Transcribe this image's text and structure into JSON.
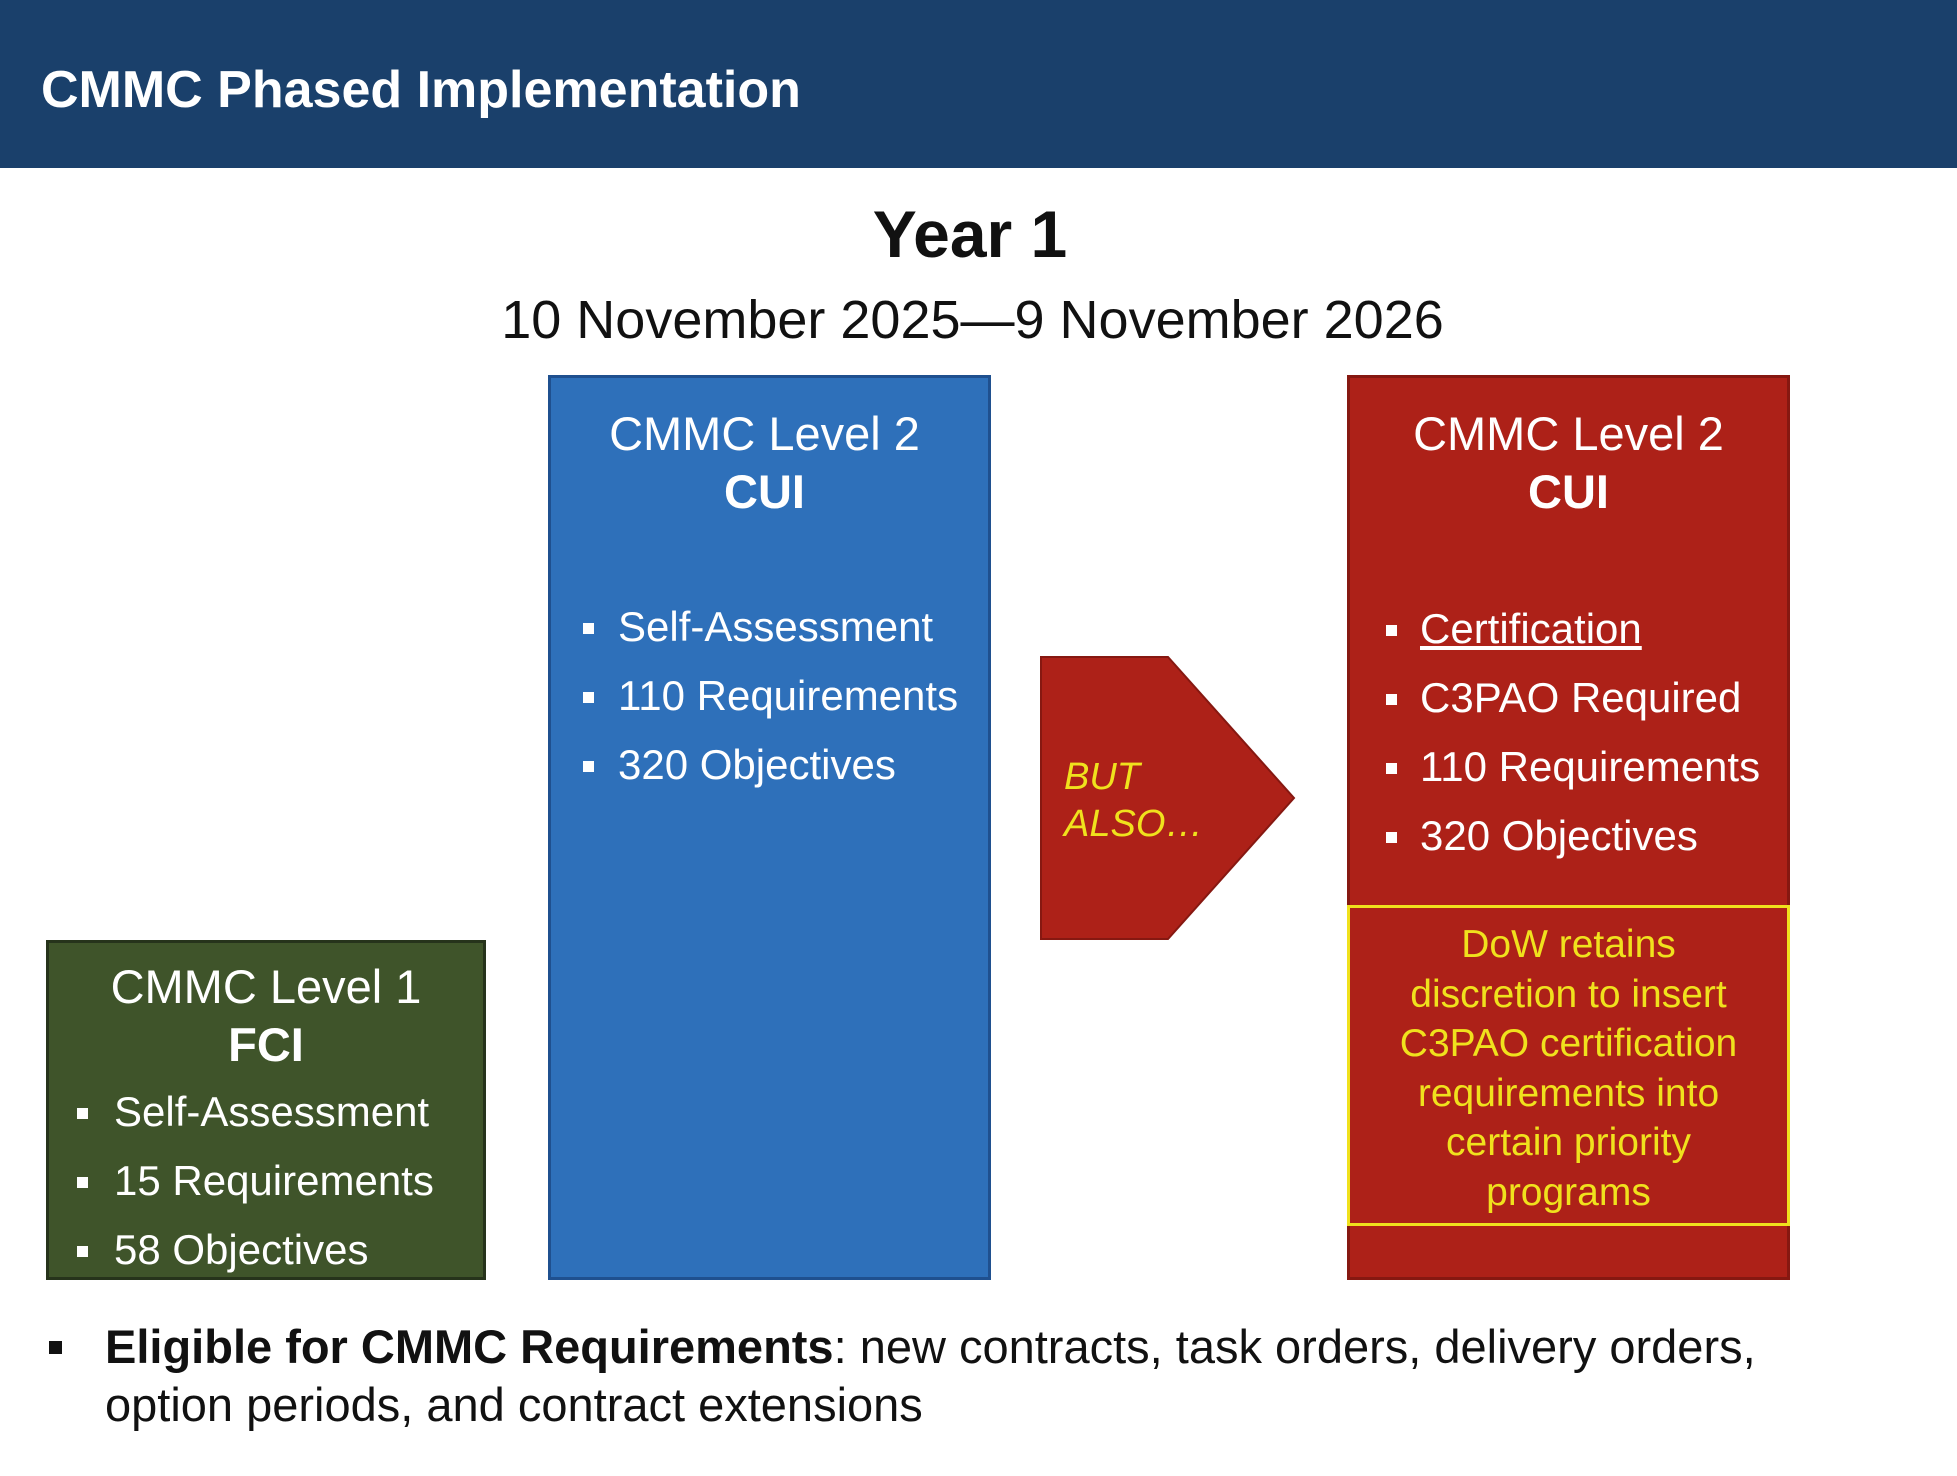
{
  "header": {
    "title": "CMMC Phased Implementation"
  },
  "year_title": "Year 1",
  "date_range": "10 November 2025—9 November 2026",
  "level1": {
    "line1": "CMMC Level 1",
    "line2": "FCI",
    "items": [
      "Self-Assessment",
      "15 Requirements",
      "58 Objectives"
    ]
  },
  "level2_blue": {
    "line1": "CMMC Level 2",
    "line2": "CUI",
    "items": [
      "Self-Assessment",
      "110 Requirements",
      "320 Objectives"
    ]
  },
  "arrow": {
    "line1": "BUT",
    "line2": "ALSO…"
  },
  "level2_red": {
    "line1": "CMMC Level 2",
    "line2": "CUI",
    "items": [
      "Certification",
      "C3PAO Required",
      "110 Requirements",
      "320 Objectives"
    ],
    "note_lines": [
      "DoW retains",
      "discretion to insert",
      "C3PAO  certification",
      "requirements into",
      "certain priority",
      "programs"
    ]
  },
  "footer": {
    "bold": "Eligible for CMMC Requirements",
    "rest_line1": ": new contracts, task orders, delivery orders,",
    "line2": "option periods, and contract extensions"
  },
  "colors": {
    "header": "#1a406b",
    "level1_green": "#3f542a",
    "level2_blue": "#2e70ba",
    "level2_red": "#ad2118",
    "accent_yellow": "#f0e11d"
  }
}
